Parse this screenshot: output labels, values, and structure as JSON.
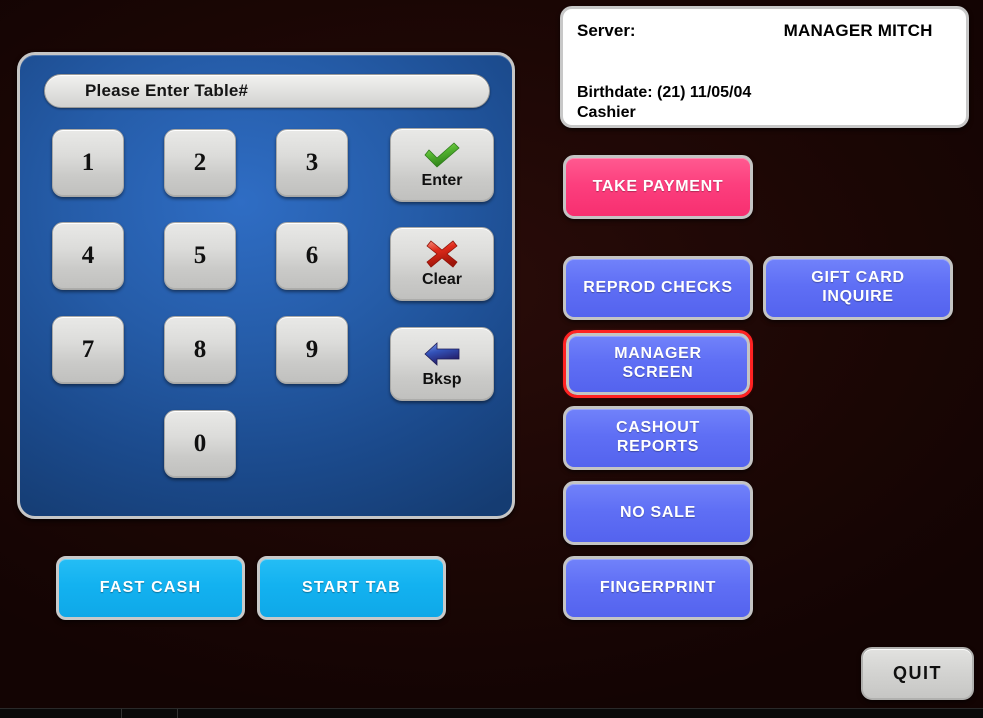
{
  "app": {
    "background_color": "#1d0705",
    "panel_color": "#255ca8",
    "accent_pink": "#fc3f7e",
    "accent_blue": "#5f6ff5",
    "accent_cyan": "#13b2f0",
    "selection_ring_color": "#ff2222"
  },
  "keypad": {
    "display": {
      "value": "",
      "placeholder": "Please Enter Table#"
    },
    "digits": [
      {
        "label": "1"
      },
      {
        "label": "2"
      },
      {
        "label": "3"
      },
      {
        "label": "4"
      },
      {
        "label": "5"
      },
      {
        "label": "6"
      },
      {
        "label": "7"
      },
      {
        "label": "8"
      },
      {
        "label": "9"
      },
      {
        "label": "0"
      }
    ],
    "actions": [
      {
        "label": "Enter",
        "icon": "green-check-icon"
      },
      {
        "label": "Clear",
        "icon": "red-x-icon"
      },
      {
        "label": "Bksp",
        "icon": "left-arrow-icon"
      }
    ]
  },
  "quick_actions": [
    {
      "label": "FAST CASH"
    },
    {
      "label": "START TAB"
    }
  ],
  "info_panel": {
    "server_label": "Server:",
    "server_value": "MANAGER MITCH",
    "birthdate_line": "Birthdate: (21) 11/05/04",
    "role_line": "Cashier"
  },
  "side_actions": [
    {
      "label": "TAKE  PAYMENT",
      "style": "pink",
      "selected": false
    },
    {
      "label": "REPROD CHECKS",
      "style": "blue",
      "selected": false
    },
    {
      "label": "GIFT CARD\nINQUIRE",
      "style": "blue",
      "selected": false
    },
    {
      "label": "MANAGER\nSCREEN",
      "style": "blue",
      "selected": true
    },
    {
      "label": "CASHOUT\nREPORTS",
      "style": "blue",
      "selected": false
    },
    {
      "label": "NO SALE",
      "style": "blue",
      "selected": false
    },
    {
      "label": "FINGERPRINT",
      "style": "blue",
      "selected": false
    }
  ],
  "quit": {
    "label": "QUIT"
  }
}
